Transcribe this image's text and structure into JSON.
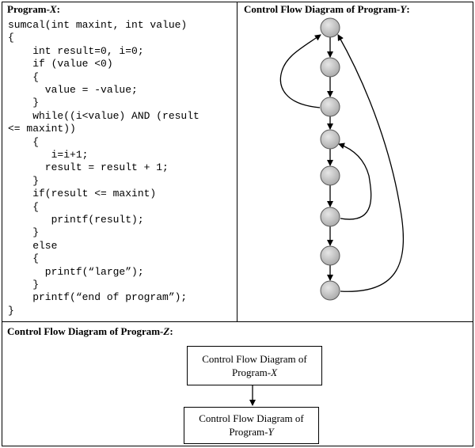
{
  "program_x": {
    "title_prefix": "Program-",
    "title_var": "X",
    "title_suffix": ":",
    "code_lines": [
      "sumcal(int maxint, int value)",
      "{",
      "    int result=0, i=0;",
      "    if (value <0)",
      "    {",
      "      value = -value;",
      "    }",
      "    while((i<value) AND (result",
      "<= maxint))",
      "    {",
      "       i=i+1;",
      "      result = result + 1;",
      "    }",
      "    if(result <= maxint)",
      "    {",
      "       printf(result);",
      "    }",
      "    else",
      "    {",
      "      printf(“large”);",
      "    }",
      "    printf(“end of program”);",
      "}"
    ]
  },
  "program_y": {
    "title_prefix": "Control Flow Diagram of Program-",
    "title_var": "Y",
    "title_suffix": ":"
  },
  "program_z": {
    "title_prefix": "Control Flow Diagram of Program-",
    "title_var": "Z",
    "title_suffix": ":",
    "box_top_line1": "Control Flow Diagram of",
    "box_top_line2_prefix": "Program-",
    "box_top_line2_var": "X",
    "box_bottom_line1": "Control Flow Diagram of",
    "box_bottom_line2_prefix": "Program-",
    "box_bottom_line2_var": "Y"
  },
  "colors": {
    "node_fill": "#c8c8c8",
    "node_stroke": "#5a5a5a",
    "edge": "#000000"
  }
}
